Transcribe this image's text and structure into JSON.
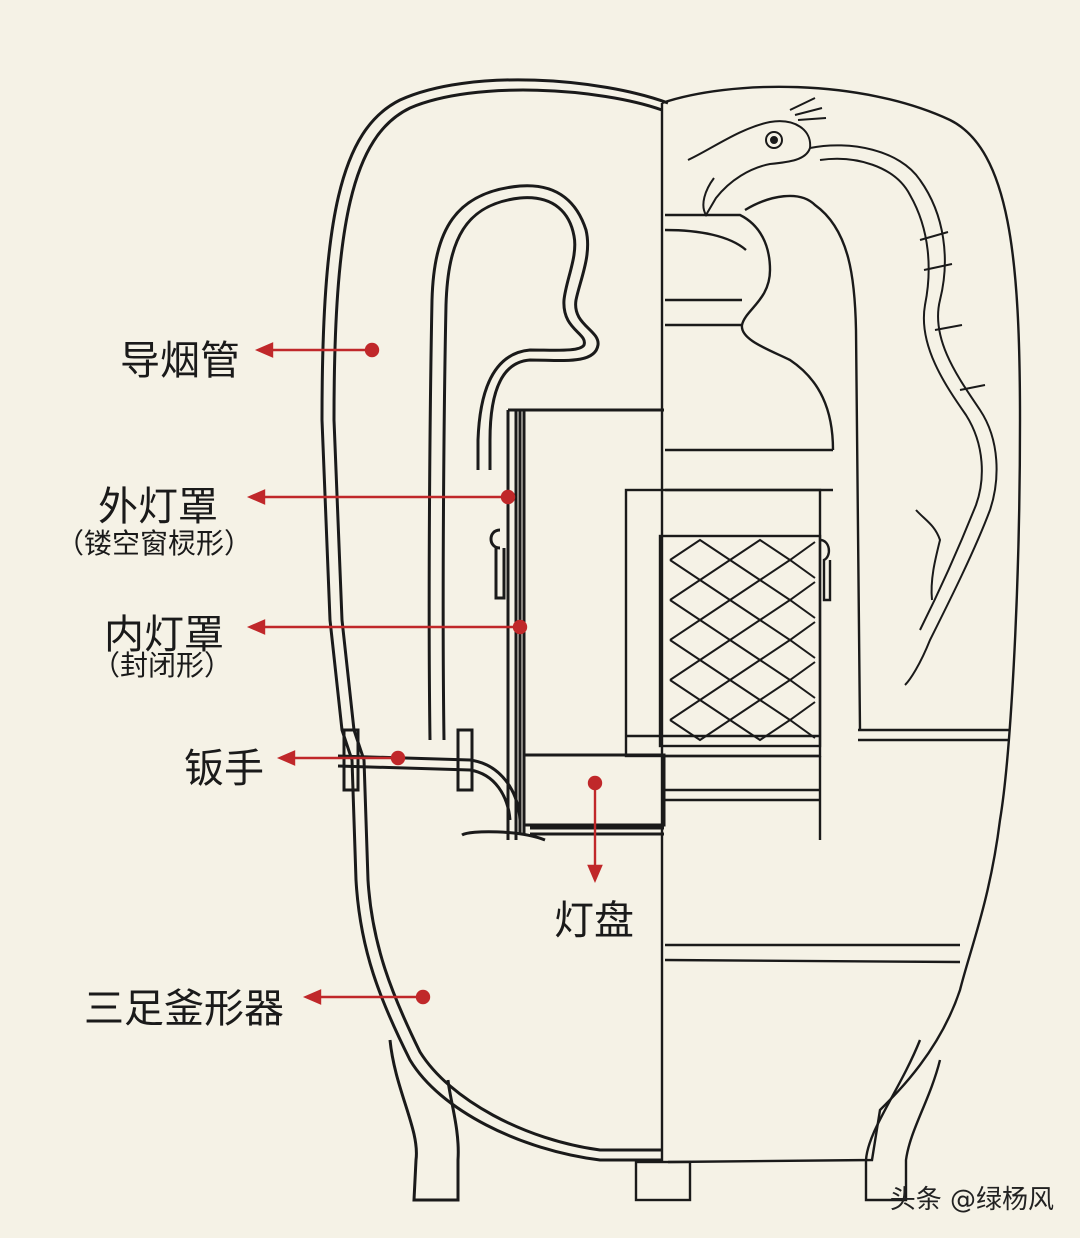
{
  "labels": {
    "smoke_pipe": "导烟管",
    "outer_shade": "外灯罩",
    "outer_shade_note": "（镂空窗棂形）",
    "inner_shade": "内灯罩",
    "inner_shade_note": "（封闭形）",
    "lever": "钣手",
    "lamp_plate": "灯盘",
    "tripod_vessel": "三足釜形器"
  },
  "watermark": "头条 @绿杨风",
  "colors": {
    "background": "#f5f2e6",
    "line": "#1a1a1a",
    "pointer": "#c0282a"
  }
}
